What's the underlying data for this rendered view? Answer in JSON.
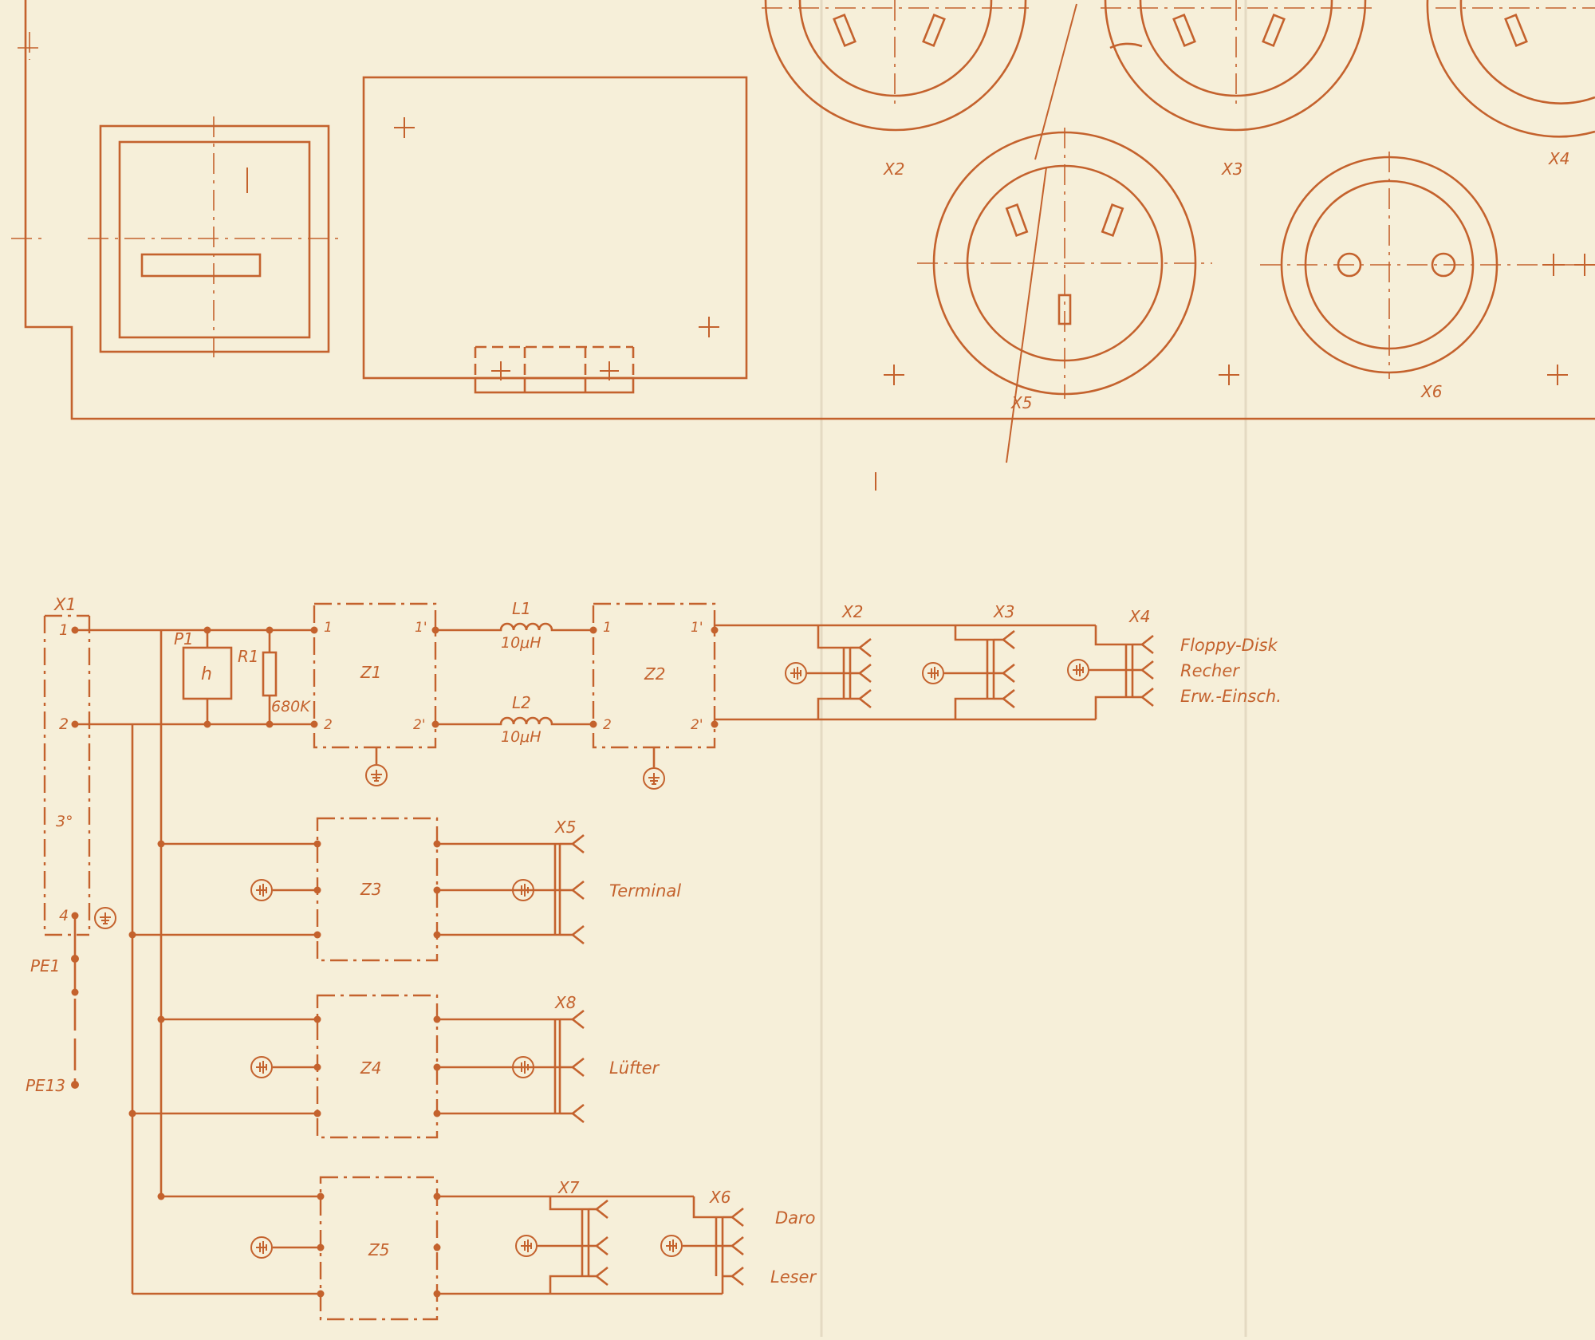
{
  "colors": {
    "ink": "#c4622d",
    "paper": "#f6efd9"
  },
  "socket_labels": {
    "x2": "X2",
    "x3": "X3",
    "x4": "X4",
    "x5": "X5",
    "x6": "X6"
  },
  "x1": {
    "name": "X1",
    "pin1": "1",
    "pin2": "2",
    "pin3": "3°",
    "pin4": "4"
  },
  "pe": {
    "pe1": "PE1",
    "pe13": "PE13"
  },
  "components": {
    "p1": "P1",
    "h": "h",
    "r1": "R1",
    "r1_value": "680K",
    "l1": "L1",
    "l1_value": "10μH",
    "l2": "L2",
    "l2_value": "10μH"
  },
  "filters": {
    "z1": "Z1",
    "z2": "Z2",
    "z3": "Z3",
    "z4": "Z4",
    "z5": "Z5",
    "pin1": "1",
    "pin2": "2",
    "pin1p": "1'",
    "pin2p": "2'"
  },
  "connectors": {
    "x2": "X2",
    "x3": "X3",
    "x4": "X4",
    "x5": "X5",
    "x8": "X8",
    "x7": "X7",
    "x6": "X6"
  },
  "outputs": {
    "floppy": "Floppy-Disk",
    "recher": "Recher",
    "erw": "Erw.-Einsch.",
    "terminal": "Terminal",
    "luefter": "Lüfter",
    "daro": "Daro",
    "leser": "Leser"
  }
}
